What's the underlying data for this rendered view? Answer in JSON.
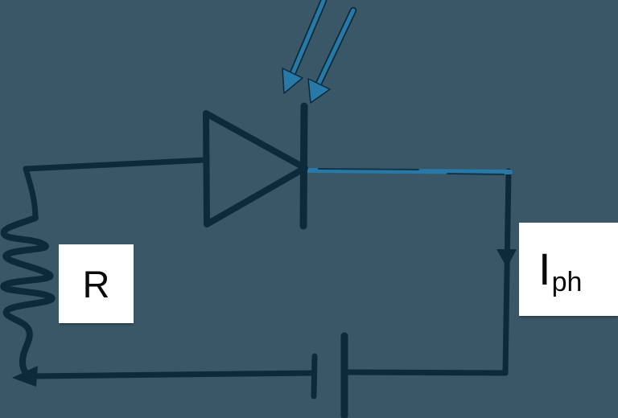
{
  "diagram": {
    "resistor_label": "R",
    "current_symbol": "I",
    "current_subscript": "ph"
  },
  "colors": {
    "bg": "#395767",
    "ink": "#0d2a3a",
    "light": "#2878a8",
    "label-bg": "#ffffff",
    "label-text": "#0a0a0a"
  }
}
